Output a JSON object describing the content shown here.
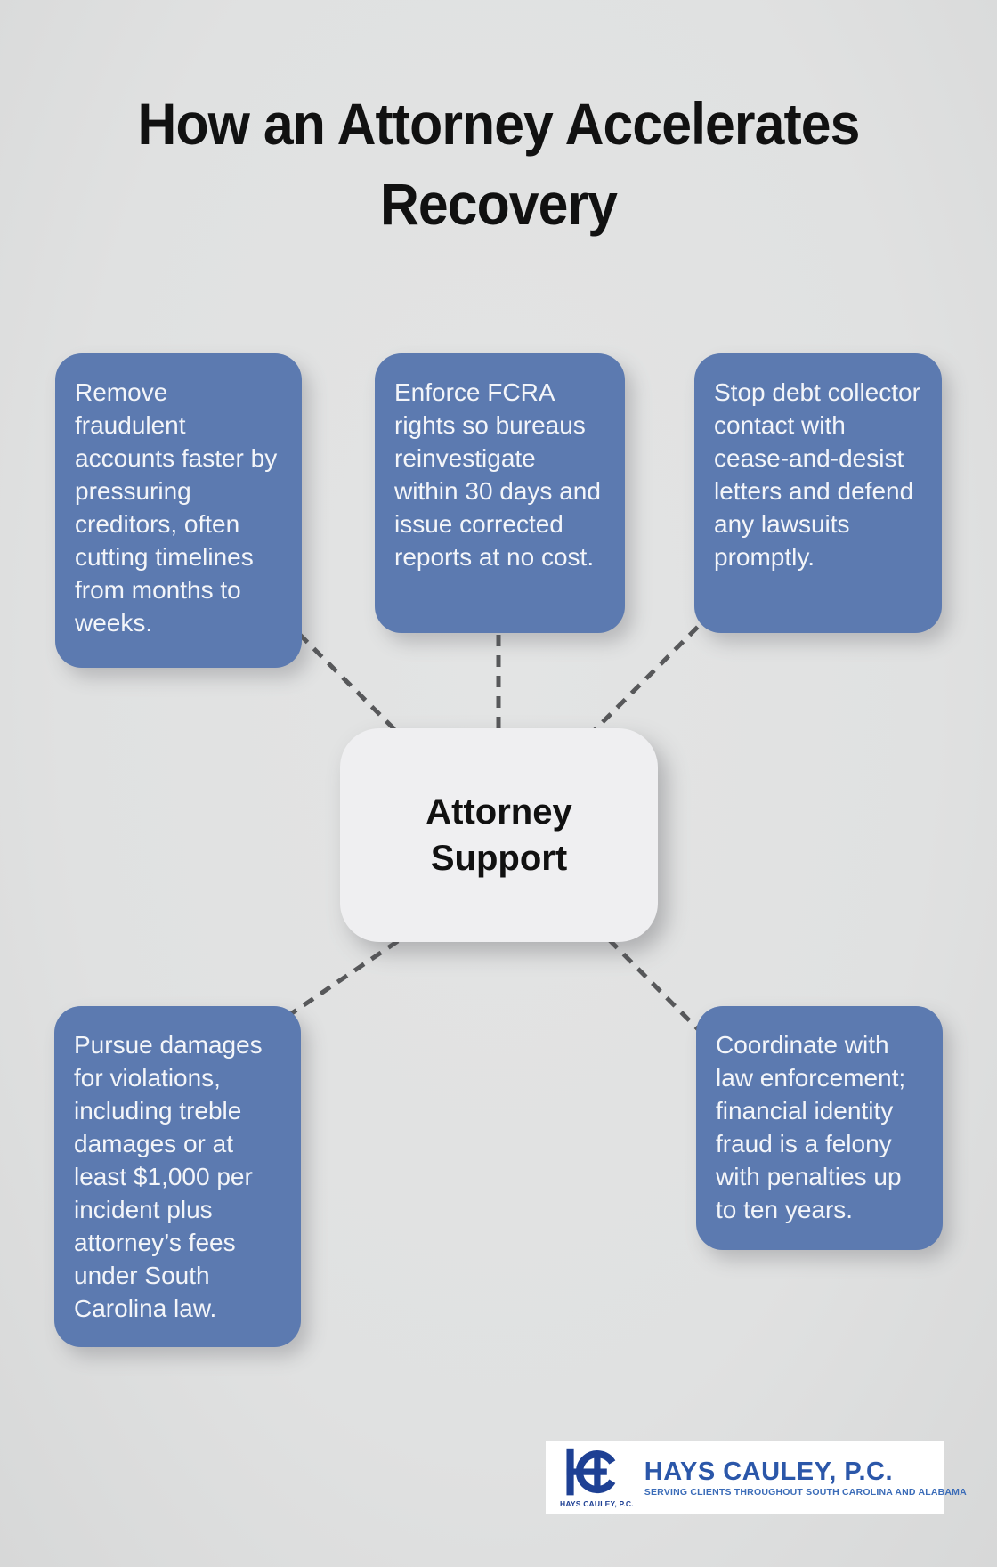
{
  "title": {
    "line1": "How an Attorney Accelerates",
    "line2": "Recovery"
  },
  "center_node": {
    "label": "Attorney Support"
  },
  "nodes": [
    {
      "id": "top-left",
      "text": "Remove fraudulent accounts faster by pressuring creditors, often cutting timelines from months to weeks."
    },
    {
      "id": "top-middle",
      "text": "Enforce FCRA rights so bureaus reinvestigate within 30 days and issue corrected reports at no cost."
    },
    {
      "id": "top-right",
      "text": "Stop debt collector contact with cease-and-desist letters and defend any lawsuits promptly."
    },
    {
      "id": "bottom-left",
      "text": "Pursue damages for violations, including treble damages or at least $1,000 per incident plus attorney’s fees under South Carolina law."
    },
    {
      "id": "bottom-right",
      "text": "Coordinate with law enforcement; financial identity fraud is a felony with penalties up to ten years."
    }
  ],
  "footer": {
    "brand": "HAYS CAULEY, P.C.",
    "tagline": "SERVING CLIENTS THROUGHOUT SOUTH CAROLINA AND ALABAMA",
    "logo_caption": "HAYS CAULEY, P.C.",
    "logo_icon": "hc-monogram"
  },
  "colors": {
    "background": "#e0e1e1",
    "node_fill": "#5c7ab0",
    "node_text": "#f3f5f9",
    "center_fill": "#efeff1",
    "center_text": "#111111",
    "connector": "#57585a",
    "title_text": "#111111",
    "brand_navy": "#1e4094",
    "brand_blue": "#2b57a9",
    "tagline_blue": "#3b6cb8",
    "logo_bg": "#ffffff"
  }
}
